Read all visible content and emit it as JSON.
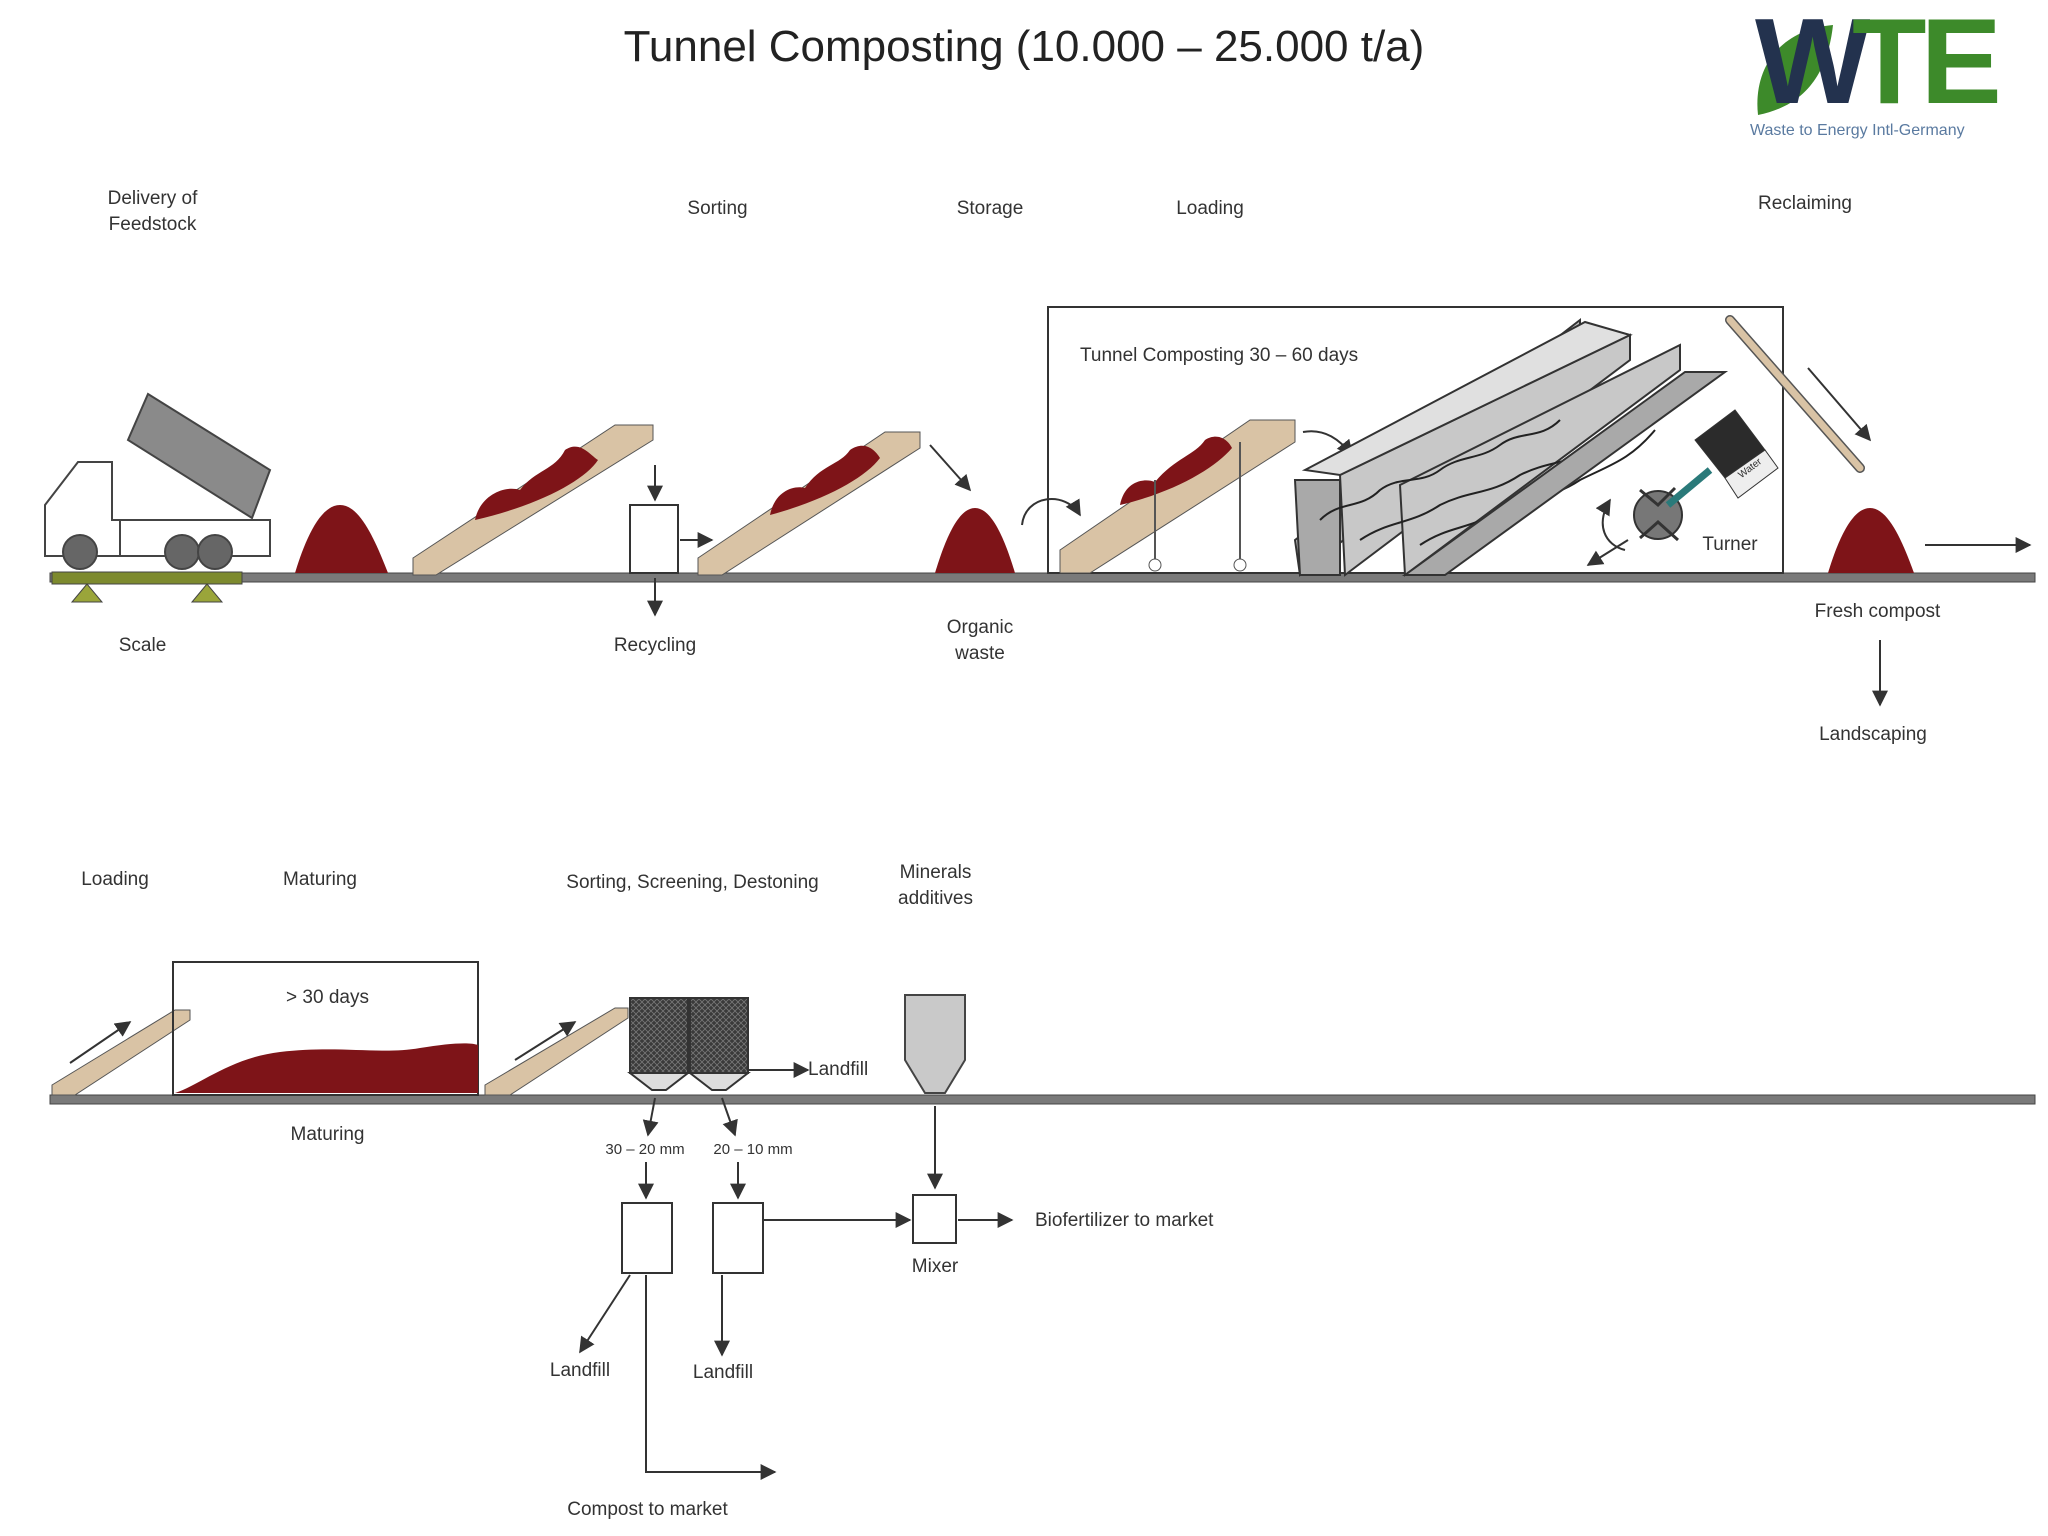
{
  "title": "Tunnel Composting (10.000 – 25.000 t/a)",
  "logo": {
    "letters_w": "W",
    "letters_te": "TE",
    "tagline": "Waste to Energy Intl-Germany",
    "color_navy": "#23324e",
    "color_green": "#3d8a2a"
  },
  "colors": {
    "compost": "#7e1418",
    "conveyor": "#d9c3a5",
    "line": "#333333",
    "screen": "#3a3a3a",
    "scale": "#7d8a2e"
  },
  "top_row": {
    "delivery": [
      "Delivery of",
      "Feedstock"
    ],
    "sorting": "Sorting",
    "storage": "Storage",
    "loading": "Loading",
    "reclaiming": "Reclaiming",
    "tunnel_label": "Tunnel Composting 30 – 60 days",
    "turner": "Turner",
    "water_pipe": "Water",
    "scale": "Scale",
    "recycling": "Recycling",
    "organic_waste": [
      "Organic",
      "waste"
    ],
    "fresh_compost": "Fresh compost",
    "landscaping": "Landscaping"
  },
  "bottom_row": {
    "loading": "Loading",
    "maturing_head": "Maturing",
    "maturing_box": "> 30 days",
    "maturing_below": "Maturing",
    "sorting_screening": "Sorting, Screening, Destoning",
    "minerals": [
      "Minerals",
      "additives"
    ],
    "landfill_screen": "Landfill",
    "size_1": "30 – 20 mm",
    "size_2": "20 – 10 mm",
    "biofertilizer": "Biofertilizer to market",
    "mixer": "Mixer",
    "landfill_left": "Landfill",
    "landfill_right": "Landfill",
    "compost_market": "Compost to market"
  }
}
